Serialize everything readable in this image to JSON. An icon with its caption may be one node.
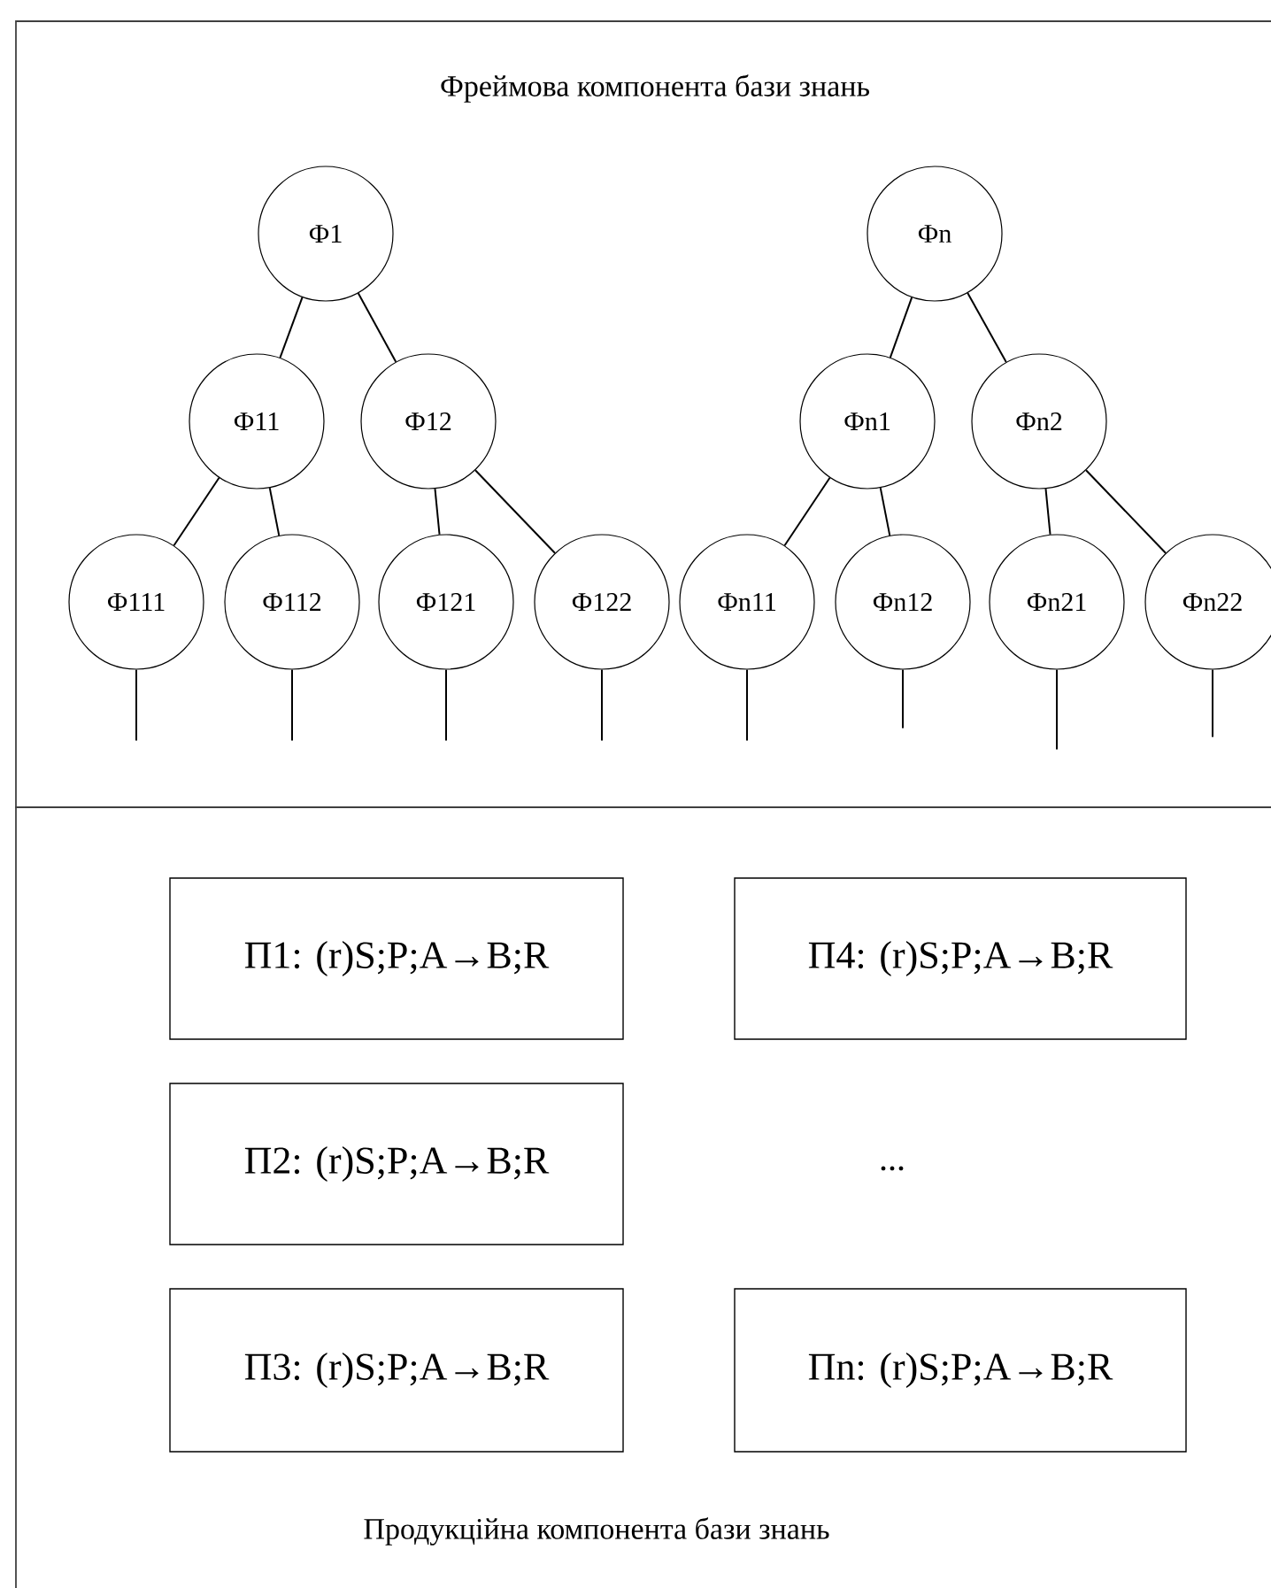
{
  "diagram": {
    "nodes": [
      {
        "text": [
          "Фреймова компонента бази знань"
        ]
      },
      {
        "text": [
          "Ф1"
        ],
        "in": 0
      },
      {
        "text": [
          "Ф11"
        ],
        "in": 0
      },
      {
        "text": [
          "Ф12"
        ],
        "in": 0
      },
      {
        "text": [
          "Ф111"
        ],
        "in": 0
      },
      {
        "text": [
          "Ф112"
        ],
        "in": 0
      },
      {
        "text": [
          "Ф121"
        ],
        "in": 0
      },
      {
        "text": [
          "Ф122"
        ],
        "in": 0
      },
      {
        "text": [
          "Фn"
        ],
        "in": 0
      },
      {
        "text": [
          "Фn1"
        ],
        "in": 0
      },
      {
        "text": [
          "Фn2"
        ],
        "in": 0
      },
      {
        "text": [
          "Фn11"
        ],
        "in": 0
      },
      {
        "text": [
          "Фn12"
        ],
        "in": 0
      },
      {
        "text": [
          "Фn21"
        ],
        "in": 0
      },
      {
        "text": [
          "Фn22"
        ],
        "in": 0
      },
      {
        "text": [
          "Продукційна компонента бази знань"
        ]
      },
      {
        "text": [
          "П1: (r)S;P;A→B;R"
        ],
        "in": 15
      },
      {
        "text": [
          "П4: (r)S;P;A→B;R"
        ],
        "in": 15
      },
      {
        "text": [
          "П2: (r)S;P;A→B;R"
        ],
        "in": 15
      },
      {
        "text": [
          "П3: (r)S;P;A→B;R"
        ],
        "in": 15
      },
      {
        "text": [
          "Пn: (r)S;P;A→B;R"
        ],
        "in": 15
      }
    ],
    "edges": [
      {
        "from": 1,
        "to": 2,
        "arrow": "none"
      },
      {
        "from": 1,
        "to": 3,
        "arrow": "none"
      },
      {
        "from": 2,
        "to": 4,
        "arrow": "none"
      },
      {
        "from": 2,
        "to": 5,
        "arrow": "none"
      },
      {
        "from": 3,
        "to": 6,
        "arrow": "none"
      },
      {
        "from": 3,
        "to": 7,
        "arrow": "none"
      },
      {
        "from": 8,
        "to": 9,
        "arrow": "none"
      },
      {
        "from": 8,
        "to": 10,
        "arrow": "none"
      },
      {
        "from": 9,
        "to": 11,
        "arrow": "none"
      },
      {
        "from": 9,
        "to": 12,
        "arrow": "none"
      },
      {
        "from": 10,
        "to": 13,
        "arrow": "none"
      },
      {
        "from": 10,
        "to": 14,
        "arrow": "none"
      },
      {
        "from": 4,
        "to": null,
        "arrow": "none"
      },
      {
        "from": 5,
        "to": null,
        "arrow": "none"
      },
      {
        "from": 6,
        "to": null,
        "arrow": "none"
      },
      {
        "from": 7,
        "to": null,
        "arrow": "none"
      },
      {
        "from": 11,
        "to": null,
        "arrow": "none"
      },
      {
        "from": 12,
        "to": null,
        "arrow": "none"
      },
      {
        "from": 13,
        "to": null,
        "arrow": "none"
      },
      {
        "from": 14,
        "to": null,
        "arrow": "none"
      }
    ],
    "labels": [
      "..."
    ]
  }
}
